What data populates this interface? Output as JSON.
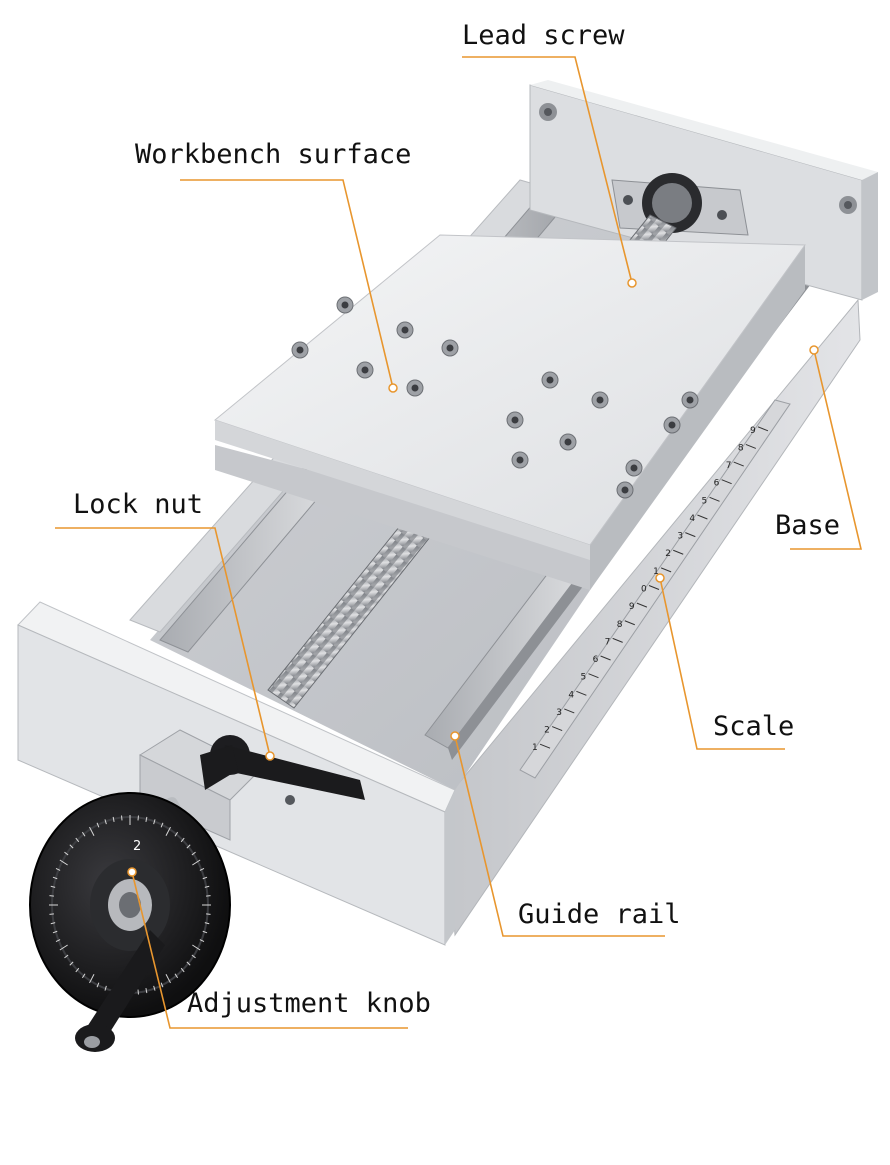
{
  "labels": {
    "lead_screw": "Lead screw",
    "workbench_surface": "Workbench surface",
    "lock_nut": "Lock nut",
    "base": "Base",
    "scale": "Scale",
    "guide_rail": "Guide rail",
    "adjustment_knob": "Adjustment knob"
  },
  "scale_ticks": [
    "1",
    "2",
    "3",
    "4",
    "5",
    "6",
    "7",
    "8",
    "9",
    "0",
    "1",
    "2",
    "3",
    "4",
    "5",
    "6",
    "7",
    "8",
    "9"
  ],
  "knob_marking": "2",
  "colors": {
    "leader_line": "#E8962E",
    "leader_dot": "#ffffff",
    "label_text": "#111111",
    "aluminum_light": "#e9eaec",
    "aluminum_mid": "#c9cbcf",
    "aluminum_dark": "#9a9da3",
    "steel": "#b7b9bd",
    "black_part": "#1b1b1d"
  }
}
